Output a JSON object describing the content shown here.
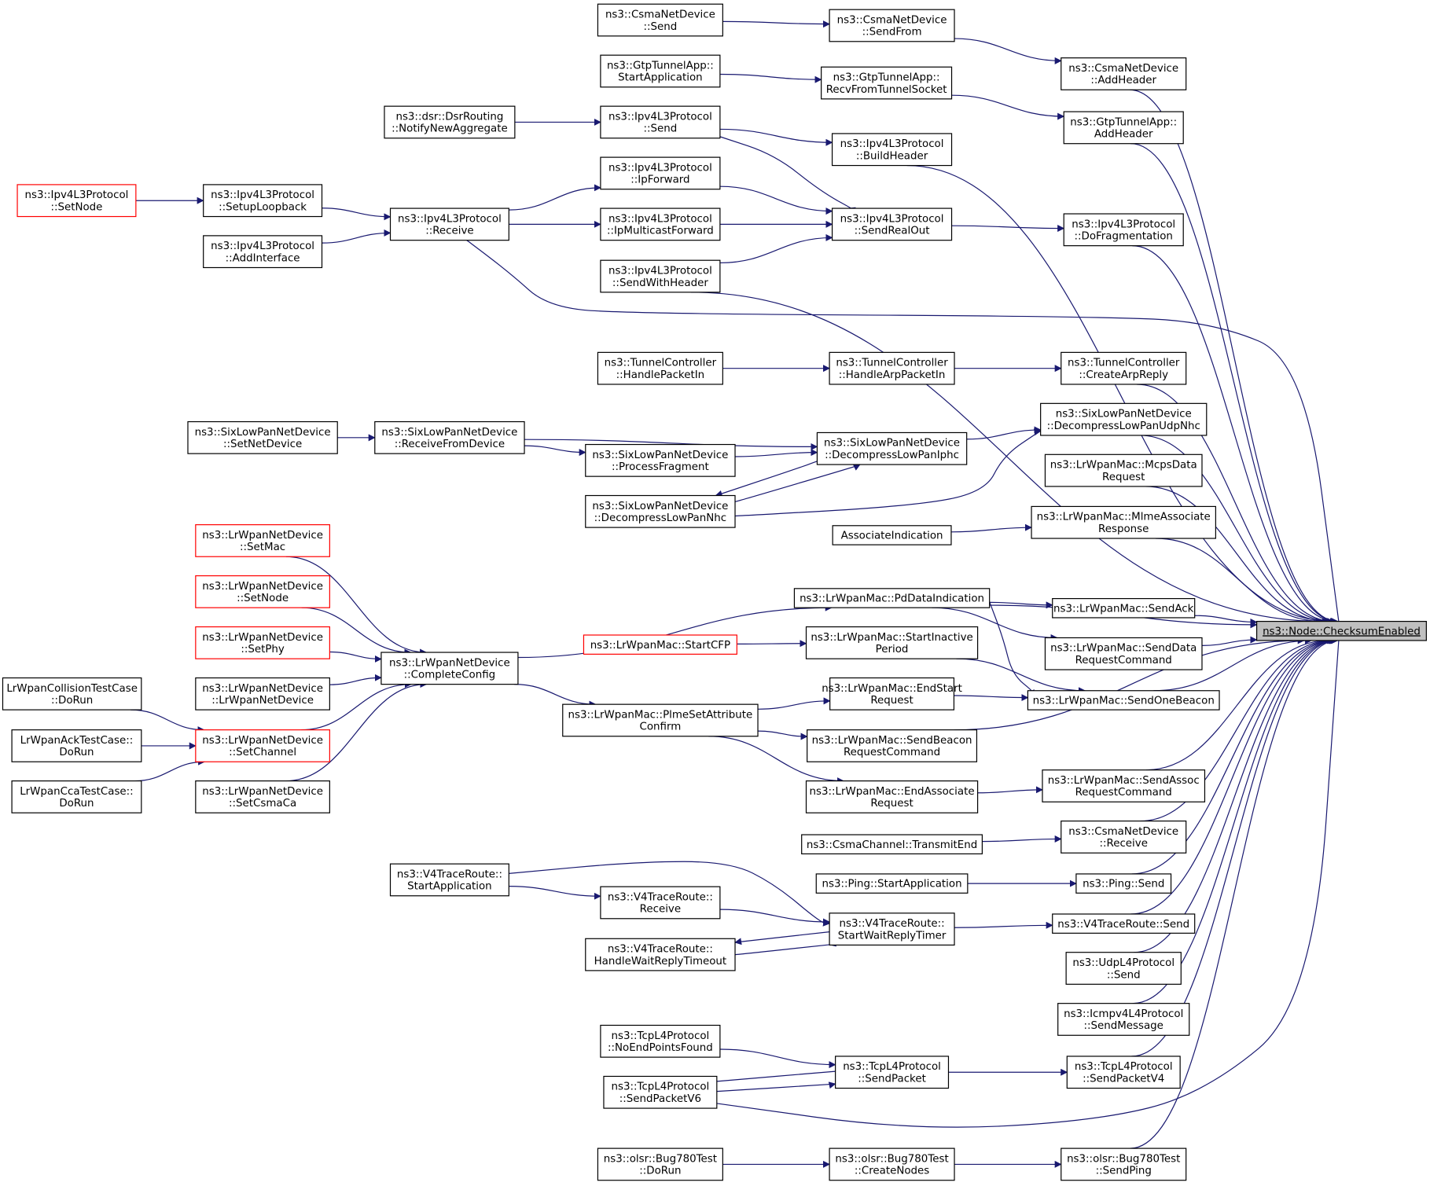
{
  "colors": {
    "edge": "#191970",
    "node_border": "#000000",
    "truncated_border": "#ff0000",
    "focus_fill": "#bfbfbf"
  },
  "nodes": [
    {
      "id": "n0",
      "lines": [
        "ns3::CsmaNetDevice",
        "::Send"
      ]
    },
    {
      "id": "n1",
      "lines": [
        "ns3::CsmaNetDevice",
        "::SendFrom"
      ]
    },
    {
      "id": "n2",
      "lines": [
        "ns3::CsmaNetDevice",
        "::AddHeader"
      ]
    },
    {
      "id": "n3",
      "lines": [
        "ns3::GtpTunnelApp::",
        "StartApplication"
      ]
    },
    {
      "id": "n4",
      "lines": [
        "ns3::GtpTunnelApp::",
        "RecvFromTunnelSocket"
      ]
    },
    {
      "id": "n5",
      "lines": [
        "ns3::GtpTunnelApp::",
        "AddHeader"
      ]
    },
    {
      "id": "n6",
      "lines": [
        "ns3::dsr::DsrRouting",
        "::NotifyNewAggregate"
      ]
    },
    {
      "id": "n7",
      "lines": [
        "ns3::Ipv4L3Protocol",
        "::Send"
      ]
    },
    {
      "id": "n8",
      "lines": [
        "ns3::Ipv4L3Protocol",
        "::BuildHeader"
      ]
    },
    {
      "id": "n9",
      "lines": [
        "ns3::Ipv4L3Protocol",
        "::SetNode"
      ],
      "truncated": true
    },
    {
      "id": "n10",
      "lines": [
        "ns3::Ipv4L3Protocol",
        "::SetupLoopback"
      ]
    },
    {
      "id": "n11",
      "lines": [
        "ns3::Ipv4L3Protocol",
        "::AddInterface"
      ]
    },
    {
      "id": "n12",
      "lines": [
        "ns3::Ipv4L3Protocol",
        "::Receive"
      ]
    },
    {
      "id": "n13",
      "lines": [
        "ns3::Ipv4L3Protocol",
        "::IpForward"
      ]
    },
    {
      "id": "n14",
      "lines": [
        "ns3::Ipv4L3Protocol",
        "::IpMulticastForward"
      ]
    },
    {
      "id": "n15",
      "lines": [
        "ns3::Ipv4L3Protocol",
        "::SendWithHeader"
      ]
    },
    {
      "id": "n16",
      "lines": [
        "ns3::Ipv4L3Protocol",
        "::SendRealOut"
      ]
    },
    {
      "id": "n17",
      "lines": [
        "ns3::Ipv4L3Protocol",
        "::DoFragmentation"
      ]
    },
    {
      "id": "n18",
      "lines": [
        "ns3::TunnelController",
        "::HandlePacketIn"
      ]
    },
    {
      "id": "n19",
      "lines": [
        "ns3::TunnelController",
        "::HandleArpPacketIn"
      ]
    },
    {
      "id": "n20",
      "lines": [
        "ns3::TunnelController",
        "::CreateArpReply"
      ]
    },
    {
      "id": "n21",
      "lines": [
        "ns3::SixLowPanNetDevice",
        "::SetNetDevice"
      ]
    },
    {
      "id": "n22",
      "lines": [
        "ns3::SixLowPanNetDevice",
        "::ReceiveFromDevice"
      ]
    },
    {
      "id": "n23",
      "lines": [
        "ns3::SixLowPanNetDevice",
        "::ProcessFragment"
      ]
    },
    {
      "id": "n24",
      "lines": [
        "ns3::SixLowPanNetDevice",
        "::DecompressLowPanNhc"
      ]
    },
    {
      "id": "n25",
      "lines": [
        "ns3::SixLowPanNetDevice",
        "::DecompressLowPanIphc"
      ]
    },
    {
      "id": "n26",
      "lines": [
        "ns3::SixLowPanNetDevice",
        "::DecompressLowPanUdpNhc"
      ]
    },
    {
      "id": "n27",
      "lines": [
        "ns3::LrWpanMac::McpsData",
        "Request"
      ]
    },
    {
      "id": "n28",
      "lines": [
        "AssociateIndication"
      ]
    },
    {
      "id": "n29",
      "lines": [
        "ns3::LrWpanMac::MlmeAssociate",
        "Response"
      ]
    },
    {
      "id": "n30",
      "lines": [
        "ns3::LrWpanNetDevice",
        "::SetMac"
      ],
      "truncated": true
    },
    {
      "id": "n31",
      "lines": [
        "ns3::LrWpanNetDevice",
        "::SetNode"
      ],
      "truncated": true
    },
    {
      "id": "n32",
      "lines": [
        "ns3::LrWpanNetDevice",
        "::SetPhy"
      ],
      "truncated": true
    },
    {
      "id": "n33",
      "lines": [
        "ns3::LrWpanNetDevice",
        "::LrWpanNetDevice"
      ]
    },
    {
      "id": "n34",
      "lines": [
        "ns3::LrWpanNetDevice",
        "::SetChannel"
      ],
      "truncated": true
    },
    {
      "id": "n35",
      "lines": [
        "ns3::LrWpanNetDevice",
        "::SetCsmaCa"
      ]
    },
    {
      "id": "n36",
      "lines": [
        "LrWpanCollisionTestCase",
        "::DoRun"
      ]
    },
    {
      "id": "n37",
      "lines": [
        "LrWpanAckTestCase::",
        "DoRun"
      ]
    },
    {
      "id": "n38",
      "lines": [
        "LrWpanCcaTestCase::",
        "DoRun"
      ]
    },
    {
      "id": "n39",
      "lines": [
        "ns3::LrWpanNetDevice",
        "::CompleteConfig"
      ]
    },
    {
      "id": "n40",
      "lines": [
        "ns3::LrWpanMac::PdDataIndication"
      ]
    },
    {
      "id": "n41",
      "lines": [
        "ns3::LrWpanMac::StartCFP"
      ],
      "truncated": true
    },
    {
      "id": "n42",
      "lines": [
        "ns3::LrWpanMac::StartInactive",
        "Period"
      ]
    },
    {
      "id": "n43",
      "lines": [
        "ns3::LrWpanMac::PlmeSetAttribute",
        "Confirm"
      ]
    },
    {
      "id": "n44",
      "lines": [
        "ns3::LrWpanMac::EndStart",
        "Request"
      ]
    },
    {
      "id": "n45",
      "lines": [
        "ns3::LrWpanMac::SendBeacon",
        "RequestCommand"
      ]
    },
    {
      "id": "n46",
      "lines": [
        "ns3::LrWpanMac::EndAssociate",
        "Request"
      ]
    },
    {
      "id": "n47",
      "lines": [
        "ns3::LrWpanMac::SendAck"
      ]
    },
    {
      "id": "n48",
      "lines": [
        "ns3::LrWpanMac::SendData",
        "RequestCommand"
      ]
    },
    {
      "id": "n49",
      "lines": [
        "ns3::LrWpanMac::SendOneBeacon"
      ]
    },
    {
      "id": "n50",
      "lines": [
        "ns3::LrWpanMac::SendAssoc",
        "RequestCommand"
      ]
    },
    {
      "id": "n51",
      "lines": [
        "ns3::CsmaChannel::TransmitEnd"
      ]
    },
    {
      "id": "n52",
      "lines": [
        "ns3::CsmaNetDevice",
        "::Receive"
      ]
    },
    {
      "id": "n53",
      "lines": [
        "ns3::V4TraceRoute::",
        "StartApplication"
      ]
    },
    {
      "id": "n54",
      "lines": [
        "ns3::V4TraceRoute::",
        "Receive"
      ]
    },
    {
      "id": "n55",
      "lines": [
        "ns3::V4TraceRoute::",
        "HandleWaitReplyTimeout"
      ]
    },
    {
      "id": "n56",
      "lines": [
        "ns3::V4TraceRoute::",
        "StartWaitReplyTimer"
      ]
    },
    {
      "id": "n57",
      "lines": [
        "ns3::Ping::StartApplication"
      ]
    },
    {
      "id": "n58",
      "lines": [
        "ns3::Ping::Send"
      ]
    },
    {
      "id": "n59",
      "lines": [
        "ns3::V4TraceRoute::Send"
      ]
    },
    {
      "id": "n60",
      "lines": [
        "ns3::UdpL4Protocol",
        "::Send"
      ]
    },
    {
      "id": "n61",
      "lines": [
        "ns3::Icmpv4L4Protocol",
        "::SendMessage"
      ]
    },
    {
      "id": "n62",
      "lines": [
        "ns3::TcpL4Protocol",
        "::NoEndPointsFound"
      ]
    },
    {
      "id": "n63",
      "lines": [
        "ns3::TcpL4Protocol",
        "::SendPacketV6"
      ]
    },
    {
      "id": "n64",
      "lines": [
        "ns3::TcpL4Protocol",
        "::SendPacket"
      ]
    },
    {
      "id": "n65",
      "lines": [
        "ns3::TcpL4Protocol",
        "::SendPacketV4"
      ]
    },
    {
      "id": "n66",
      "lines": [
        "ns3::olsr::Bug780Test",
        "::DoRun"
      ]
    },
    {
      "id": "n67",
      "lines": [
        "ns3::olsr::Bug780Test",
        "::CreateNodes"
      ]
    },
    {
      "id": "n68",
      "lines": [
        "ns3::olsr::Bug780Test",
        "::SendPing"
      ]
    },
    {
      "id": "n69",
      "lines": [
        "ns3::Node::ChecksumEnabled"
      ],
      "focus": true
    }
  ],
  "edges": [
    [
      "n0",
      "n1"
    ],
    [
      "n1",
      "n2"
    ],
    [
      "n2",
      "n69"
    ],
    [
      "n3",
      "n4"
    ],
    [
      "n4",
      "n5"
    ],
    [
      "n5",
      "n69"
    ],
    [
      "n6",
      "n7"
    ],
    [
      "n7",
      "n8"
    ],
    [
      "n7",
      "n16"
    ],
    [
      "n8",
      "n69"
    ],
    [
      "n9",
      "n10"
    ],
    [
      "n10",
      "n12"
    ],
    [
      "n11",
      "n12"
    ],
    [
      "n12",
      "n13"
    ],
    [
      "n12",
      "n14"
    ],
    [
      "n12",
      "n69"
    ],
    [
      "n13",
      "n16"
    ],
    [
      "n14",
      "n16"
    ],
    [
      "n15",
      "n16"
    ],
    [
      "n15",
      "n69"
    ],
    [
      "n16",
      "n17"
    ],
    [
      "n17",
      "n69"
    ],
    [
      "n18",
      "n19"
    ],
    [
      "n19",
      "n20"
    ],
    [
      "n20",
      "n69"
    ],
    [
      "n21",
      "n22"
    ],
    [
      "n22",
      "n25"
    ],
    [
      "n22",
      "n23"
    ],
    [
      "n23",
      "n25"
    ],
    [
      "n25",
      "n24"
    ],
    [
      "n24",
      "n25"
    ],
    [
      "n24",
      "n26"
    ],
    [
      "n25",
      "n26"
    ],
    [
      "n26",
      "n69"
    ],
    [
      "n27",
      "n69"
    ],
    [
      "n28",
      "n29"
    ],
    [
      "n29",
      "n69"
    ],
    [
      "n30",
      "n39"
    ],
    [
      "n31",
      "n39"
    ],
    [
      "n32",
      "n39"
    ],
    [
      "n33",
      "n39"
    ],
    [
      "n34",
      "n39"
    ],
    [
      "n35",
      "n39"
    ],
    [
      "n36",
      "n34"
    ],
    [
      "n37",
      "n34"
    ],
    [
      "n38",
      "n34"
    ],
    [
      "n39",
      "n40"
    ],
    [
      "n39",
      "n43"
    ],
    [
      "n40",
      "n47"
    ],
    [
      "n40",
      "n48"
    ],
    [
      "n40",
      "n49"
    ],
    [
      "n40",
      "n69"
    ],
    [
      "n41",
      "n42"
    ],
    [
      "n42",
      "n49"
    ],
    [
      "n43",
      "n44"
    ],
    [
      "n43",
      "n45"
    ],
    [
      "n43",
      "n46"
    ],
    [
      "n44",
      "n49"
    ],
    [
      "n45",
      "n69"
    ],
    [
      "n46",
      "n50"
    ],
    [
      "n47",
      "n69"
    ],
    [
      "n48",
      "n69"
    ],
    [
      "n49",
      "n69"
    ],
    [
      "n50",
      "n69"
    ],
    [
      "n51",
      "n52"
    ],
    [
      "n52",
      "n69"
    ],
    [
      "n53",
      "n54"
    ],
    [
      "n53",
      "n56"
    ],
    [
      "n54",
      "n56"
    ],
    [
      "n55",
      "n56"
    ],
    [
      "n56",
      "n55"
    ],
    [
      "n57",
      "n58"
    ],
    [
      "n58",
      "n69"
    ],
    [
      "n56",
      "n59"
    ],
    [
      "n59",
      "n69"
    ],
    [
      "n60",
      "n69"
    ],
    [
      "n61",
      "n69"
    ],
    [
      "n62",
      "n64"
    ],
    [
      "n63",
      "n64"
    ],
    [
      "n64",
      "n63"
    ],
    [
      "n64",
      "n65"
    ],
    [
      "n65",
      "n69"
    ],
    [
      "n63",
      "n69"
    ],
    [
      "n66",
      "n67"
    ],
    [
      "n67",
      "n68"
    ],
    [
      "n68",
      "n69"
    ]
  ]
}
